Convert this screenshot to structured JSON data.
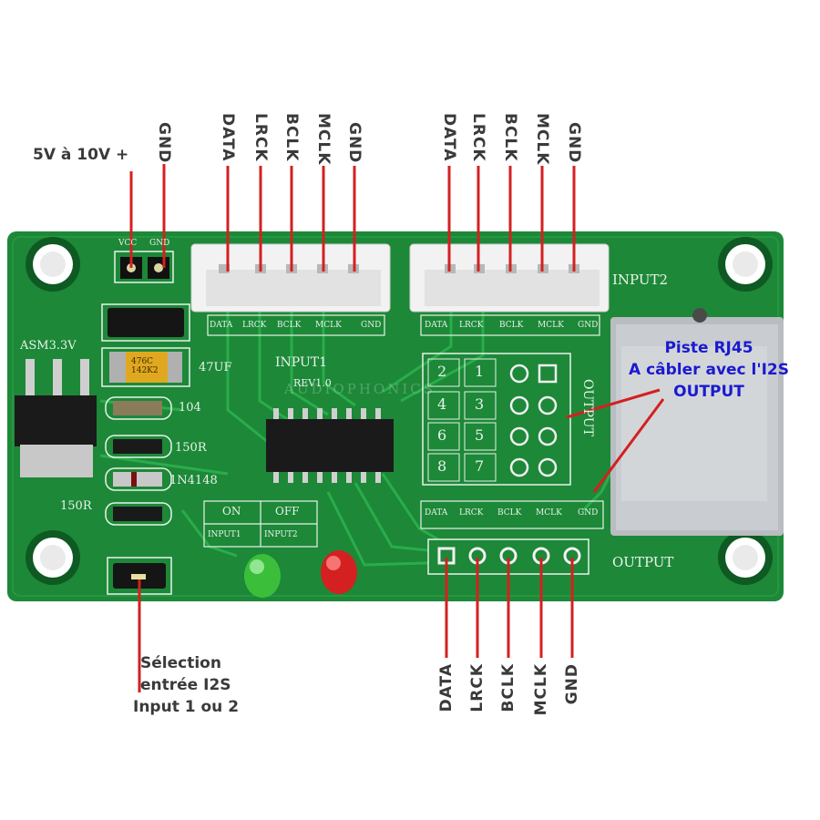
{
  "callouts": {
    "power": "5V à 10V +",
    "input1_pins": [
      "DATA",
      "LRCK",
      "BCLK",
      "MCLK",
      "GND"
    ],
    "input2_pins": [
      "DATA",
      "LRCK",
      "BCLK",
      "MCLK",
      "GND"
    ],
    "power_gnd": "GND",
    "output_pins": [
      "DATA",
      "LRCK",
      "BCLK",
      "MCLK",
      "GND"
    ],
    "selection": [
      "Sélection",
      "entrée I2S",
      "Input 1 ou 2"
    ]
  },
  "rj45_note": [
    "Piste RJ45",
    "A câbler avec l'I2S",
    "OUTPUT"
  ],
  "silkscreen": {
    "vcc": "VCC",
    "gnd": "GND",
    "regulator": "ASM3.3V",
    "cap": "47UF",
    "cap_marking": "476C 142K2",
    "board": "INPUT1",
    "rev": "REV1.0",
    "r104": "104",
    "r150a": "150R",
    "diode": "1N4148",
    "r150b": "150R",
    "input2": "INPUT2",
    "output_v": "OUTPUT",
    "output_h": "OUTPUT",
    "on": "ON",
    "off": "OFF",
    "input1_sw": "INPUT1",
    "input2_sw": "INPUT2",
    "pad_nums": [
      "2",
      "1",
      "4",
      "3",
      "6",
      "5",
      "8",
      "7"
    ],
    "header_labels": [
      "DATA",
      "LRCK",
      "BCLK",
      "MCLK",
      "GND"
    ],
    "watermark": "AUDIOPHONICS"
  },
  "colors": {
    "pcb": "#1f8a3a",
    "pcb_dark": "#15702c",
    "wire": "#d42020",
    "note_text": "#1a1ad0"
  }
}
